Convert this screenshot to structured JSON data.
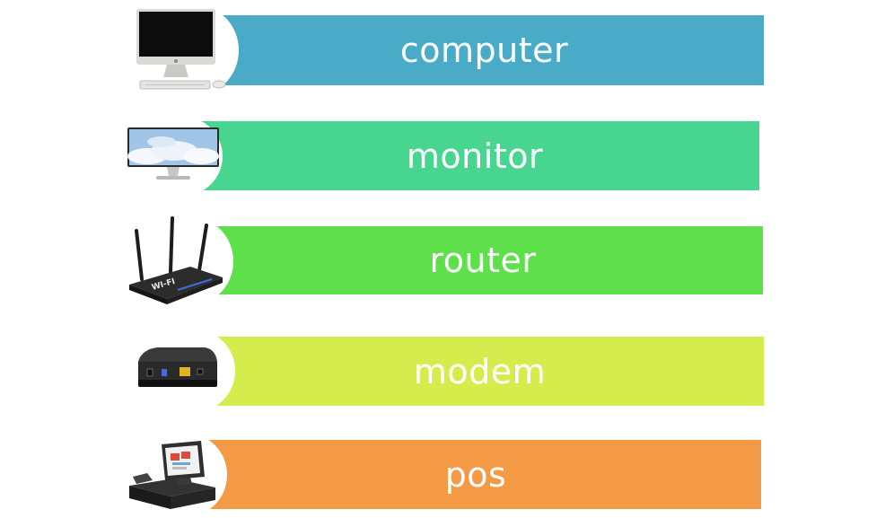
{
  "items": [
    {
      "label": "computer",
      "color": "#4aabc8",
      "icon": "computer-icon"
    },
    {
      "label": "monitor",
      "color": "#48d58f",
      "icon": "monitor-icon"
    },
    {
      "label": "router",
      "color": "#5de04a",
      "icon": "router-icon"
    },
    {
      "label": "modem",
      "color": "#d4ec4c",
      "icon": "modem-icon"
    },
    {
      "label": "pos",
      "color": "#f59a44",
      "icon": "pos-terminal-icon"
    }
  ]
}
